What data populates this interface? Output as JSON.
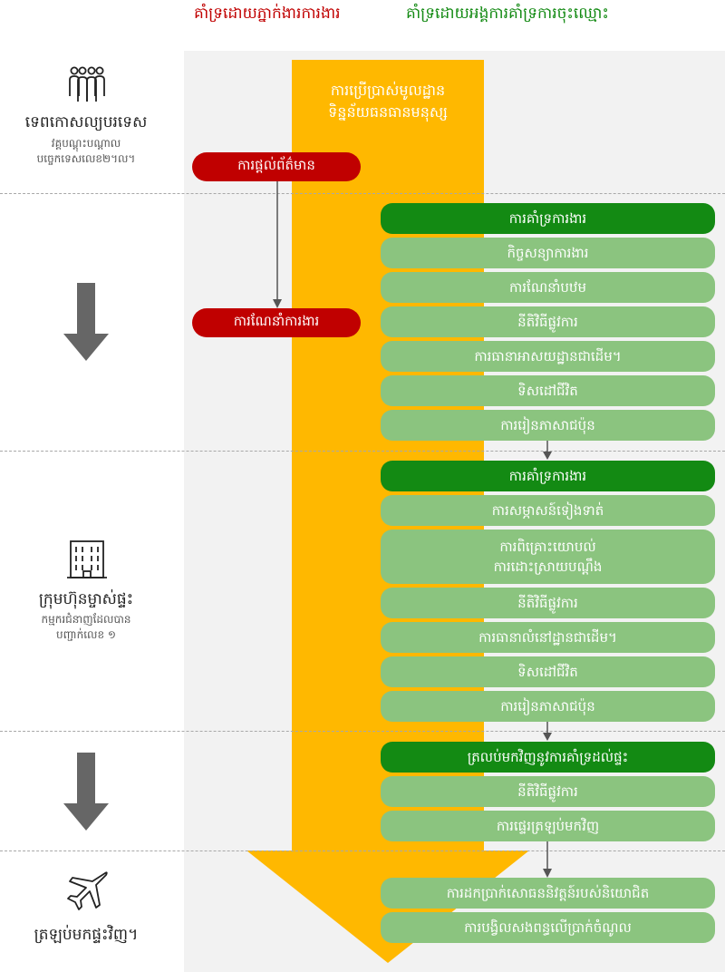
{
  "headers": {
    "agency_support": "គាំទ្រដោយភ្នាក់ងារការងារ",
    "registered_support": "គាំទ្រដោយអង្គការគាំទ្រការចុះឈ្មោះ"
  },
  "stages": {
    "departure": {
      "title": "ទេពកោសល្យបរទេស",
      "subtitle_1": "វគ្គបណ្តុះបណ្តាល",
      "subtitle_2": "បច្ចេកទេសលេខ២។ល។"
    },
    "host_company": {
      "title": "ក្រុមហ៊ុនម្ចាស់ផ្ទះ",
      "subtitle_1": "កម្មករជំនាញដែលបាន",
      "subtitle_2": "បញ្ជាក់លេខ ១"
    },
    "return": {
      "title": "ត្រឡប់មកផ្ទះវិញ។"
    }
  },
  "central_arrow": {
    "line_1": "ការប្រើប្រាស់មូលដ្ឋាន",
    "line_2": "ទិន្នន័យធនធានមនុស្ស"
  },
  "agency_steps": {
    "info": "ការផ្តល់ព័ត៌មាន",
    "guidance": "ការណែនាំការងារ"
  },
  "group_1": {
    "header": "ការគាំទ្រការងារ",
    "items": [
      "កិច្ចសន្យាការងារ",
      "ការណែនាំបឋម",
      "នីតិវិធីផ្លូវការ",
      "ការធានាអាសយដ្ឋានជាដើម។",
      "ទិសដៅជីវិត",
      "ការរៀនភាសាជប៉ុន"
    ]
  },
  "group_2": {
    "header": "ការគាំទ្រការងារ",
    "items": [
      "ការសម្ភាសន៍ទៀងទាត់",
      "ការពិគ្រោះយោបល់",
      "ការដោះស្រាយបណ្តឹង",
      "នីតិវិធីផ្លូវការ",
      "ការធានាលំនៅដ្ឋានជាដើម។",
      "ទិសដៅជីវិត",
      "ការរៀនភាសាជប៉ុន"
    ]
  },
  "group_3": {
    "header": "ត្រលប់មកវិញនូវការគាំទ្រដល់ផ្ទះ",
    "items": [
      "នីតិវិធីផ្លូវការ",
      "ការផ្ទេរត្រឡប់មកវិញ"
    ]
  },
  "group_4": {
    "items": [
      "ការដកប្រាក់សោធននិវត្តន៍របស់និយោជិត",
      "ការបង្វិលសងពន្ធលើប្រាក់ចំណូល"
    ]
  },
  "colors": {
    "red": "#c00000",
    "dark_green": "#138a13",
    "light_green": "#8bc47f",
    "orange": "#ffb800",
    "panel_gray": "#f2f2f2"
  }
}
